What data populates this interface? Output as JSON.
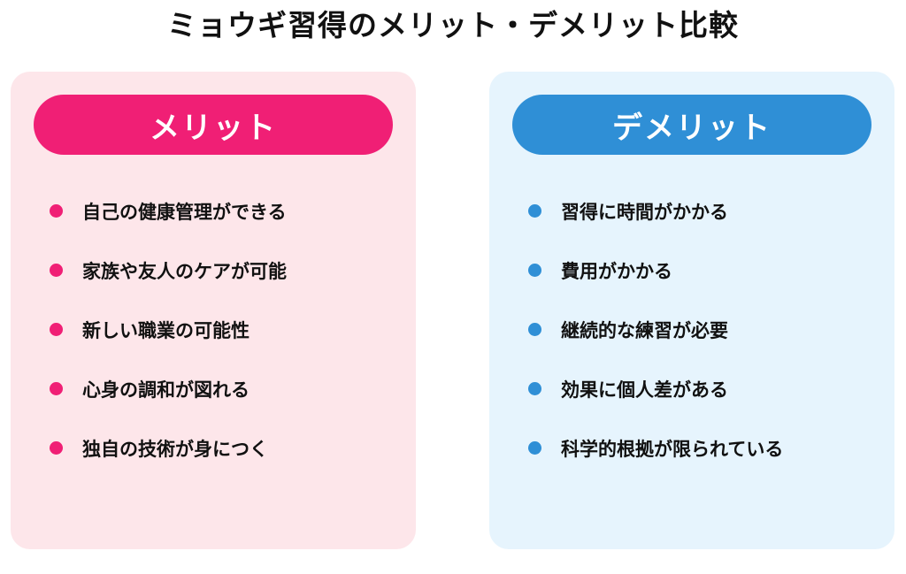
{
  "title": "ミョウギ習得のメリット・デメリット比較",
  "colors": {
    "merit_accent": "#f01f75",
    "merit_background": "#fde6ea",
    "demerit_accent": "#2f8fd6",
    "demerit_background": "#e6f4fd"
  },
  "merit": {
    "header": "メリット",
    "items": [
      "自己の健康管理ができる",
      "家族や友人のケアが可能",
      "新しい職業の可能性",
      "心身の調和が図れる",
      "独自の技術が身につく"
    ]
  },
  "demerit": {
    "header": "デメリット",
    "items": [
      "習得に時間がかかる",
      "費用がかかる",
      "継続的な練習が必要",
      "効果に個人差がある",
      "科学的根拠が限られている"
    ]
  }
}
